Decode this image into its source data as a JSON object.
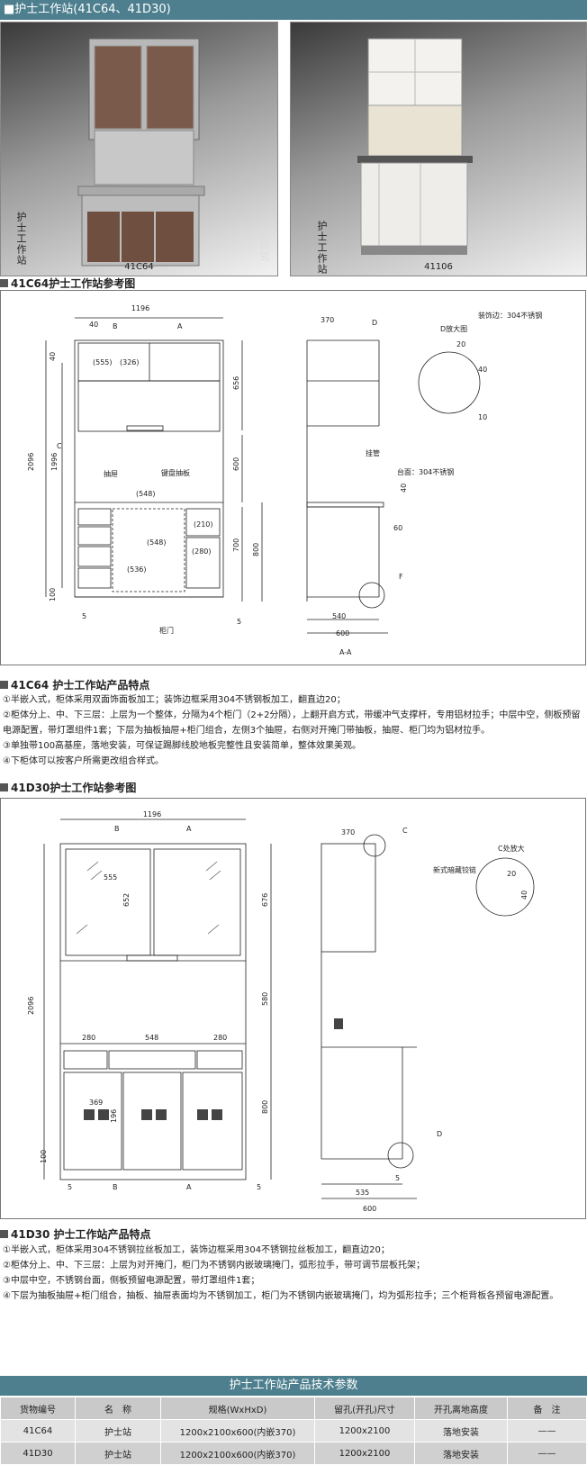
{
  "header": {
    "title": "■护士工作站(41C64、41D30)"
  },
  "photos": [
    {
      "caption": "41C64",
      "side_label": "护士工作站",
      "side_label2": "整体式"
    },
    {
      "caption": "41106",
      "side_label": "护士工作站"
    }
  ],
  "sections": {
    "c64_ref": "41C64护士工作站参考图",
    "c64_feat": "41C64 护士工作站产品特点",
    "d30_ref": "41D30护士工作站参考图",
    "d30_feat": "41D30 护士工作站产品特点"
  },
  "c64_drawing": {
    "dims": {
      "w1196": "1196",
      "w40": "40",
      "b": "B",
      "a": "A",
      "c": "C",
      "d555": "(555)",
      "d326": "(326)",
      "d548": "(548)",
      "d548b": "(548)",
      "d210": "(210)",
      "d280": "(280)",
      "d536": "(536)",
      "h2096": "2096",
      "h1996": "1996",
      "h656": "656",
      "h600": "600",
      "h700": "700",
      "h800": "800",
      "h40": "40",
      "h100": "100",
      "w5": "5",
      "w5b": "5",
      "d370": "370",
      "dD": "D",
      "dF": "F",
      "d540": "540",
      "d600": "600",
      "d60": "60",
      "d40b": "40",
      "aa": "A-A",
      "note_drawer": "抽屉",
      "note_keyboard": "键盘抽板",
      "note_door": "柜门",
      "note_rail": "挂管",
      "note_top": "台面：304不锈钢",
      "detail_title": "D放大图",
      "detail_note": "装饰边：304不锈钢",
      "det20": "20",
      "det40": "40",
      "det10": "10"
    }
  },
  "c64_features": [
    "①半嵌入式，柜体采用双面饰面板加工；装饰边框采用304不锈钢板加工，翻直边20；",
    "②柜体分上、中、下三层：上层为一个整体，分隔为4个柜门（2+2分隔），上翻开启方式，带缓冲气支撑杆，专用铝材拉手；中层中空，侧板预留电源配置，带灯罩组件1套；下层为抽板抽屉+柜门组合，左侧3个抽屉，右侧对开掩门带抽板，抽屉、柜门均为铝材拉手。",
    "③单独带100高基座，落地安装，可保证踢脚线胶地板完整性且安装简单，整体效果美观。",
    "④下柜体可以按客户所需更改组合样式。"
  ],
  "d30_drawing": {
    "dims": {
      "w1196": "1196",
      "b": "B",
      "a": "A",
      "d555": "555",
      "d652": "652",
      "d676": "676",
      "d580": "580",
      "d800": "800",
      "h2096": "2096",
      "d280a": "280",
      "d548": "548",
      "d280b": "280",
      "d369": "369",
      "d196": "196",
      "h100": "100",
      "w5": "5",
      "w5b": "5",
      "d370": "370",
      "dC": "C",
      "dD": "D",
      "d535": "535",
      "d600": "600",
      "d5": "5",
      "detail_title": "C处放大",
      "detail_note": "新式暗藏铰链",
      "det20": "20",
      "det40": "40"
    }
  },
  "d30_features": [
    "①半嵌入式，柜体采用304不锈钢拉丝板加工，装饰边框采用304不锈钢拉丝板加工，翻直边20；",
    "②柜体分上、中、下三层：上层为对开掩门，柜门为不锈钢内嵌玻璃掩门，弧形拉手，带可调节层板托架；",
    "③中层中空，不锈钢台面，侧板预留电源配置，带灯罩组件1套；",
    "④下层为抽板抽屉+柜门组合，抽板、抽屉表面均为不锈钢加工，柜门为不锈钢内嵌玻璃掩门，均为弧形拉手；三个柜背板各预留电源配置。"
  ],
  "spec_table": {
    "title": "护士工作站产品技术参数",
    "headers": [
      "货物编号",
      "名　称",
      "规格(WxHxD)",
      "留孔(开孔)尺寸",
      "开孔离地高度",
      "备　注"
    ],
    "rows": [
      [
        "41C64",
        "护士站",
        "1200x2100x600(内嵌370)",
        "1200x2100",
        "落地安装",
        "——"
      ],
      [
        "41D30",
        "护士站",
        "1200x2100x600(内嵌370)",
        "1200x2100",
        "落地安装",
        "——"
      ]
    ]
  }
}
